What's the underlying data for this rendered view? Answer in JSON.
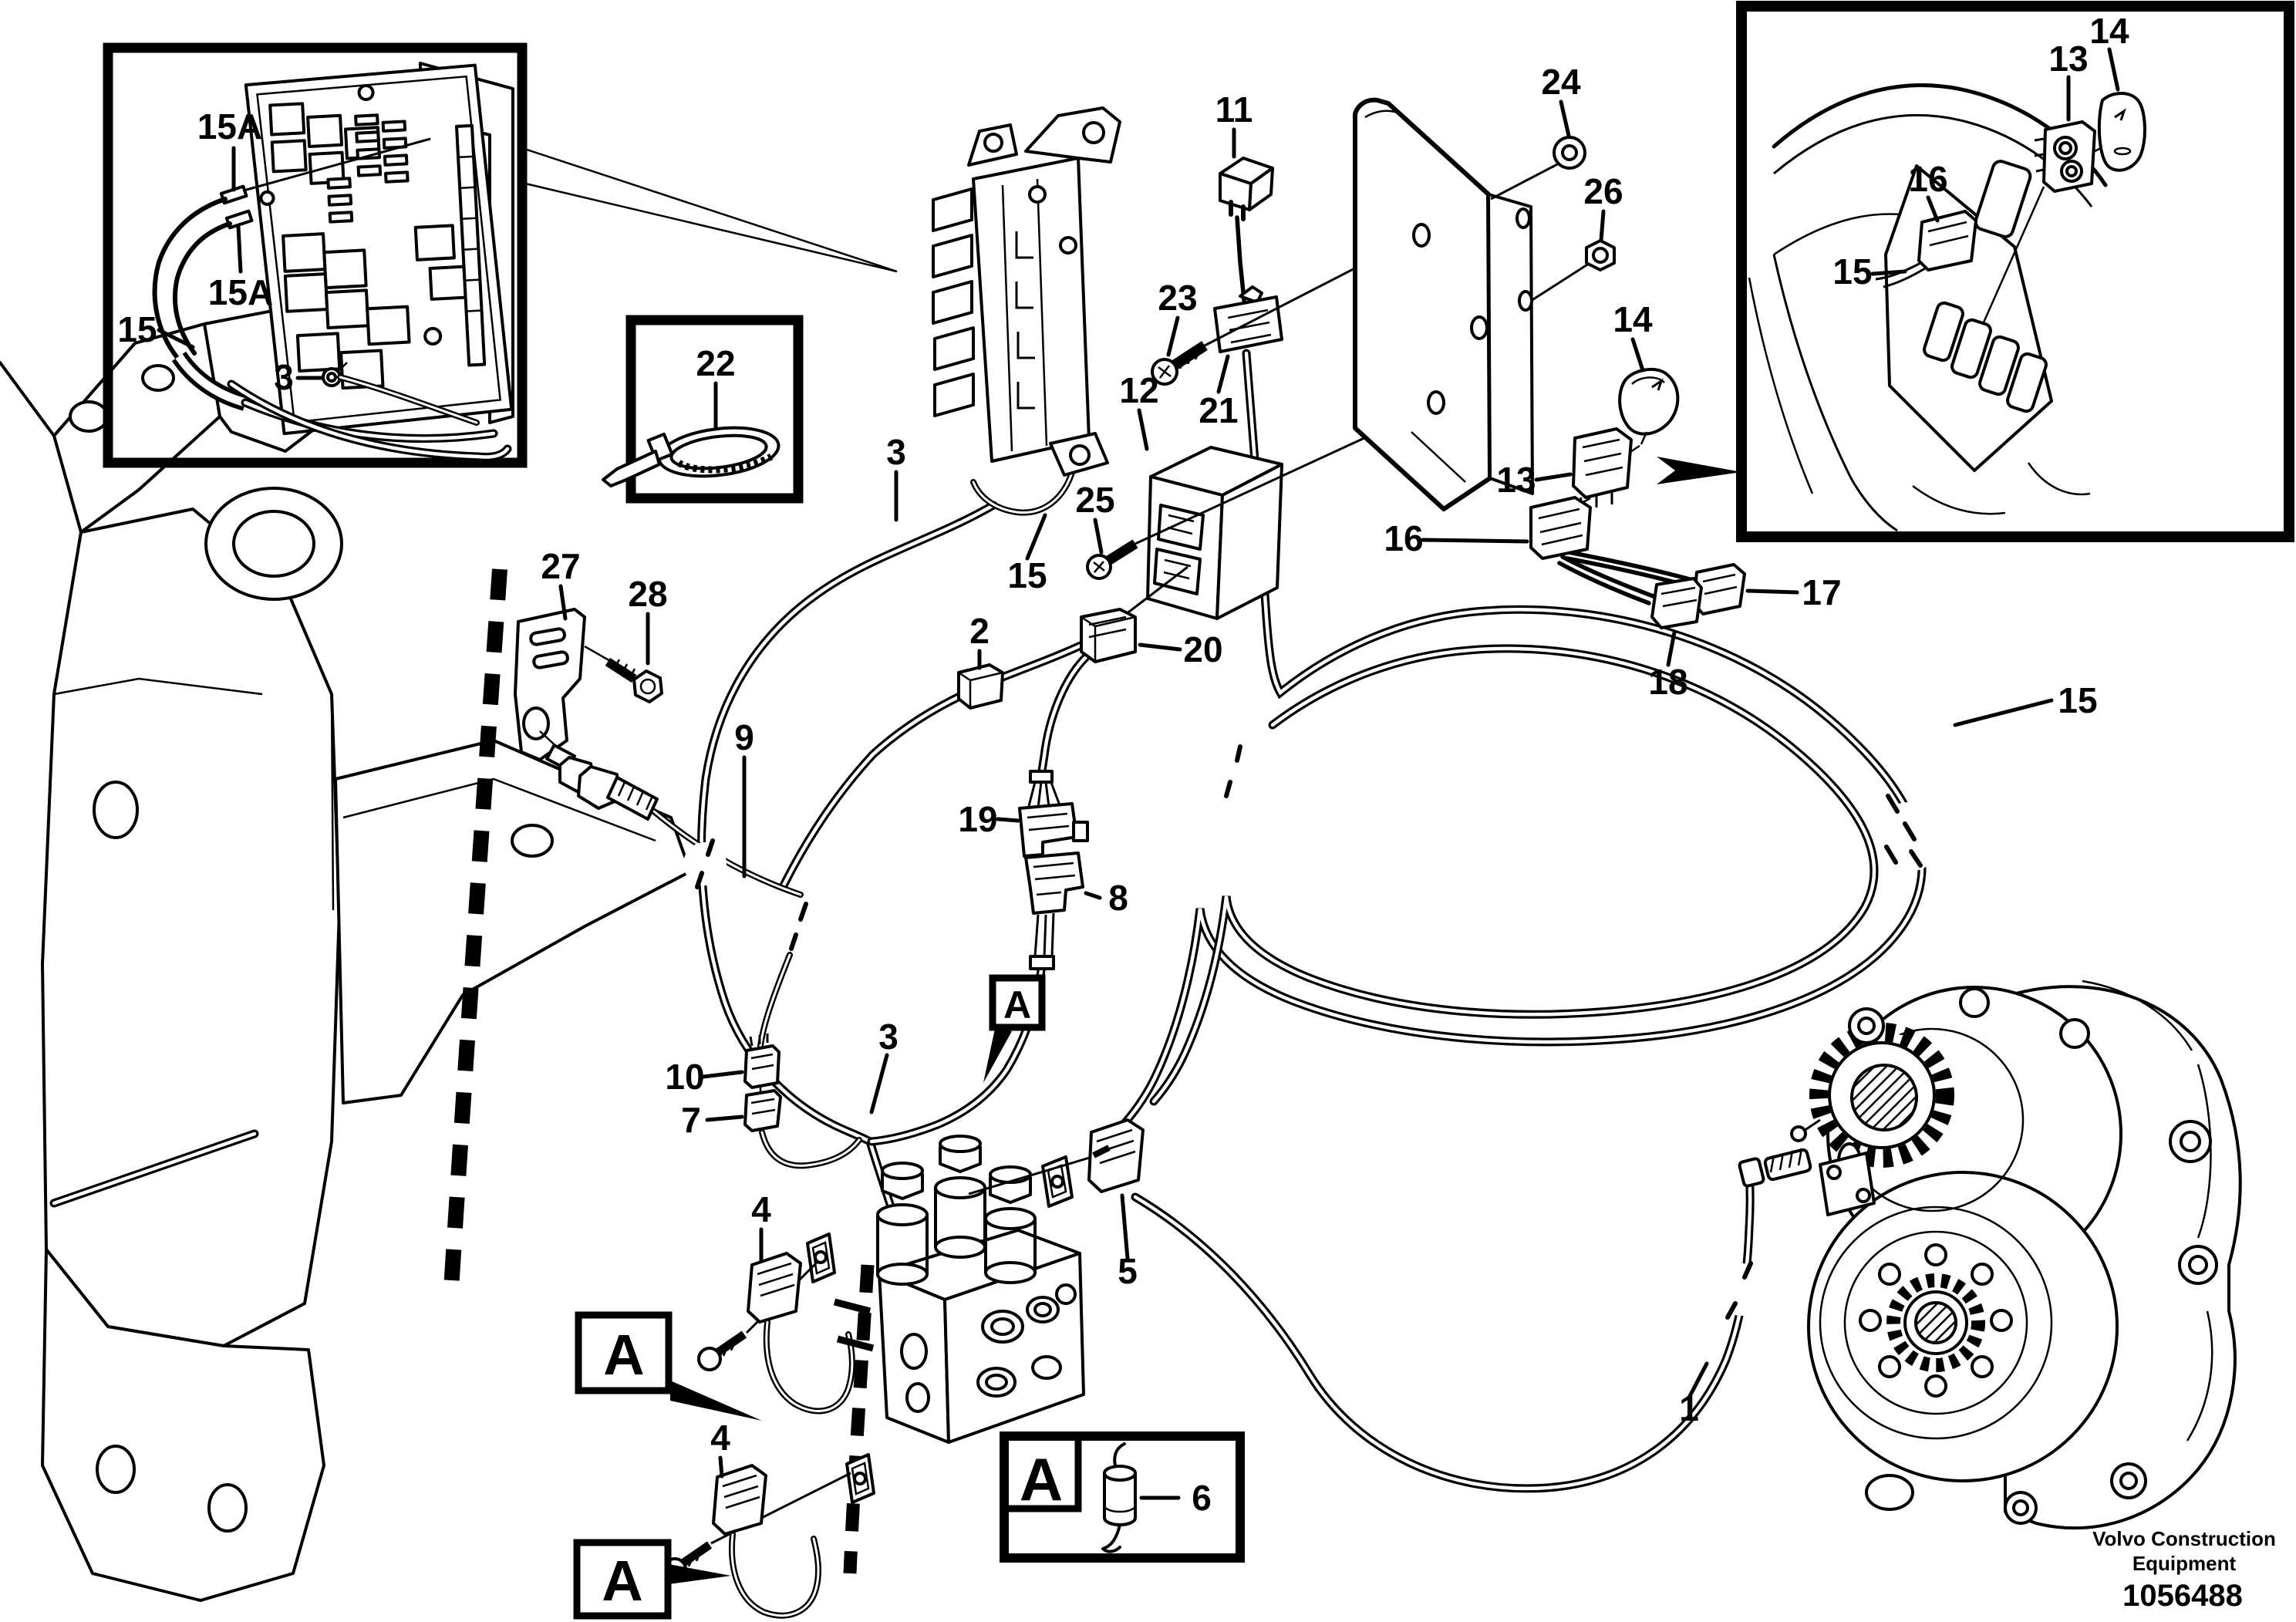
{
  "figure": {
    "brand_line1": "Volvo Construction",
    "brand_line2": "Equipment",
    "figure_number": "1056488"
  },
  "colors": {
    "ink": "#000000",
    "paper": "#ffffff"
  },
  "labels": {
    "n1": "1",
    "n2": "2",
    "n3": "3",
    "n4": "4",
    "n5": "5",
    "n6": "6",
    "n7": "7",
    "n8": "8",
    "n9": "9",
    "n10": "10",
    "n11": "11",
    "n12": "12",
    "n13": "13",
    "n14": "14",
    "n15": "15",
    "n15a": "15A",
    "n16": "16",
    "n17": "17",
    "n18": "18",
    "n19": "19",
    "n20": "20",
    "n21": "21",
    "n22": "22",
    "n23": "23",
    "n24": "24",
    "n25": "25",
    "n26": "26",
    "n27": "27",
    "n28": "28",
    "a": "A"
  }
}
